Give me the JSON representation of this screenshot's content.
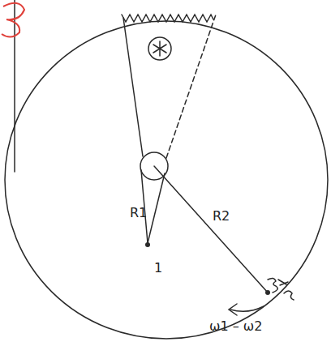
{
  "diagram": {
    "labels": [
      "R1",
      "R2",
      "1",
      "ω1 – ω2"
    ]
  }
}
